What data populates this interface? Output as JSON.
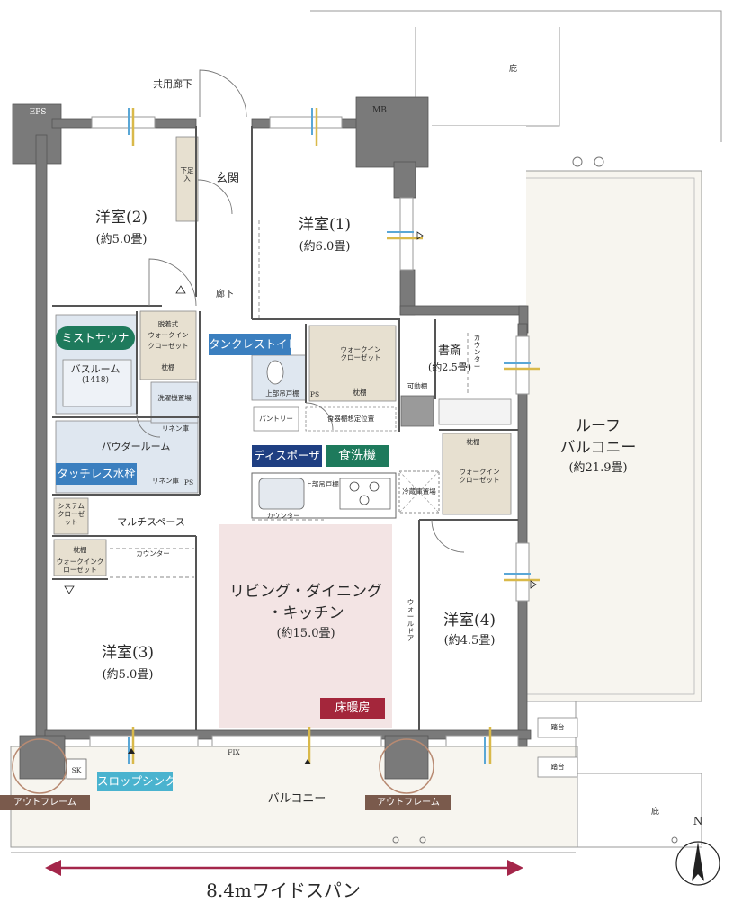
{
  "labels": {
    "corridor_common": "共用廊下",
    "eps": "EPS",
    "mb": "MB",
    "eaves_top": "庇",
    "eaves_bottom": "庇",
    "entrance": "玄関",
    "shoe_closet": "下足入",
    "hallway": "廊下",
    "room1_name": "洋室(1)",
    "room1_size": "(約6.0畳)",
    "room2_name": "洋室(2)",
    "room2_size": "(約5.0畳)",
    "room3_name": "洋室(3)",
    "room3_size": "(約5.0畳)",
    "room4_name": "洋室(4)",
    "room4_size": "(約4.5畳)",
    "study_name": "書斎",
    "study_size": "(約2.5畳)",
    "counter_vertical": "カウンター",
    "movable_shelf": "可動棚",
    "walkin_closet": "ウォークインクローゼット",
    "shelf": "枕棚",
    "changing_walkin_a": "脱着式",
    "changing_walkin_b": "ウォークイン",
    "changing_walkin_c": "クローゼット",
    "bathroom": "バスルーム",
    "bathroom_size": "(1418)",
    "washer": "洗濯機置場",
    "linen": "リネン庫",
    "powder_room": "パウダールーム",
    "ps": "PS",
    "system_closet": "システムクローゼット",
    "multi_space": "マルチスペース",
    "counter": "カウンター",
    "upper_cabinet": "上部吊戸棚",
    "pantry": "パントリー",
    "dish_shelf": "食器棚想定位置",
    "fridge": "冷蔵庫置場",
    "ldk_name_1": "リビング・ダイニング",
    "ldk_name_2": "・キッチン",
    "ldk_size": "(約15.0畳)",
    "wall_door": "ウォールドア",
    "roof_balcony_1": "ルーフ",
    "roof_balcony_2": "バルコニー",
    "roof_balcony_size": "(約21.9畳)",
    "step_1": "踏台",
    "step_2": "踏台",
    "balcony": "バルコニー",
    "fix": "FIX",
    "sk": "SK",
    "north": "N",
    "wide_span": "8.4mワイドスパン"
  },
  "badges": {
    "mist_sauna": "ミストサウナ",
    "tankless_toilet": "タンクレストイレ",
    "disposer": "ディスポーザ",
    "dishwasher": "食洗機",
    "touchless_faucet": "タッチレス水栓",
    "floor_heating": "床暖房",
    "slop_sink": "スロップシンク",
    "outframe_left": "アウトフレーム",
    "outframe_right": "アウトフレーム"
  },
  "colors": {
    "navy_badge": "#1f3f82",
    "green_badge": "#1e7a5c",
    "blue_badge": "#3b7fbf",
    "cyan_badge": "#4ab3cf",
    "crimson_badge": "#a4263b",
    "outframe_badge": "#7a5a4c",
    "ldk_floor": "#f3e4e4",
    "wet_area": "#dfe7f0",
    "closet_fill": "#e7e0d0",
    "span_arrow": "#a4264a"
  }
}
